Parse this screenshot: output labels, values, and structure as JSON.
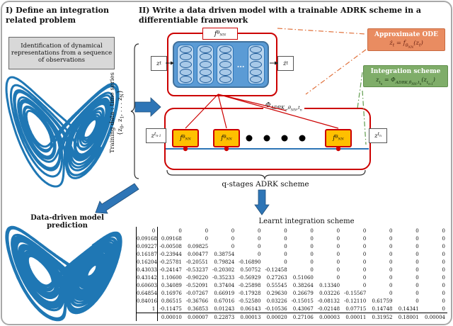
{
  "accent_colors": {
    "attractor_blue": "#1f77b4",
    "arrow_blue": "#2e75b6",
    "scheme_red": "#cc0000",
    "stage_fill": "#ffc000",
    "ode_box_bg": "#e98c61",
    "integration_box_bg": "#7fad69"
  },
  "panel_i": {
    "title": "I) Define an integration related problem",
    "identification_box": "Identification of dynamical representations from a sequence of observations",
    "training_label_line1": "Training data : time series",
    "training_label_line2_html": "{z<sub>0</sub>, z<sub>1</sub>, . . . z<sub>N</sub>}",
    "prediction_label": "Data-driven model prediction"
  },
  "panel_ii": {
    "title": "II) Write a data driven model with a trainable ADRK scheme in a differentiable framework",
    "nn_function_html": "f<sub>θ<sub>NN</sub></sub>",
    "nn_input_html": "z<sub>t</sub>",
    "nn_output_html": "ż<sub>t</sub>",
    "phi_label_html": "Φ<sub>ADRK<sub>q</sub>,θ<sub>NN</sub>,t<sub>n</sub></sub>",
    "stage_label_html": "f<sub>θ<sub>NN</sub></sub>",
    "chain_input_html": "z<sub>t<sub>n-1</sub></sub>",
    "chain_output_html": "z<sub>t<sub>n</sub></sub>",
    "brace_label": "q-stages ADRK scheme",
    "approximate_ode": {
      "title": "Approximate ODE",
      "equation_html": "ż<sub>t</sub> = f<sub>θ<sub>NN</sub></sub>(z<sub>t</sub>)"
    },
    "integration_scheme": {
      "title": "Integration scheme",
      "equation_html": "z<sub>t<sub>n</sub></sub> = Φ<sub>ADRK,θ<sub>NN</sub>,t<sub>n</sub></sub>(z<sub>t<sub>n-1</sub></sub>)"
    }
  },
  "results": {
    "learnt_scheme_label": "Learnt integration scheme",
    "butcher_tableau": {
      "rows": [
        [
          "0",
          "0",
          "0",
          "0",
          "0",
          "0",
          "0",
          "0",
          "0",
          "0",
          "0",
          "0"
        ],
        [
          "0.09168",
          "0.09168",
          "0",
          "0",
          "0",
          "0",
          "0",
          "0",
          "0",
          "0",
          "0",
          "0"
        ],
        [
          "0.09227",
          "-0.00508",
          "0.09825",
          "0",
          "0",
          "0",
          "0",
          "0",
          "0",
          "0",
          "0",
          "0"
        ],
        [
          "0.16187",
          "-0.23944",
          "0.00477",
          "0.38754",
          "0",
          "0",
          "0",
          "0",
          "0",
          "0",
          "0",
          "0"
        ],
        [
          "0.16204",
          "-0.25781",
          "-0.20551",
          "0.79824",
          "-0.16890",
          "0",
          "0",
          "0",
          "0",
          "0",
          "0",
          "0"
        ],
        [
          "0.43033",
          "-0.24147",
          "-0.53237",
          "-0.20302",
          "0.50752",
          "-0.12458",
          "0",
          "0",
          "0",
          "0",
          "0",
          "0"
        ],
        [
          "0.43142",
          "1.10600",
          "-0.90220",
          "-0.35233",
          "-0.56929",
          "0.27263",
          "0.51060",
          "0",
          "0",
          "0",
          "0",
          "0"
        ],
        [
          "0.60603",
          "0.34089",
          "-0.52091",
          "0.37404",
          "-0.25898",
          "0.55545",
          "0.38264",
          "0.13340",
          "0",
          "0",
          "0",
          "0"
        ],
        [
          "0.64854",
          "0.16976",
          "-0.07267",
          "0.66919",
          "-0.17928",
          "0.29630",
          "0.26679",
          "0.03226",
          "-0.15567",
          "0",
          "0",
          "0"
        ],
        [
          "0.84016",
          "0.86515",
          "-0.36766",
          "0.67016",
          "-0.52580",
          "0.03226",
          "-0.15015",
          "-0.08132",
          "-0.12110",
          "0.61759",
          "0",
          "0"
        ],
        [
          "1",
          "-0.11475",
          "0.36853",
          "0.01243",
          "0.06143",
          "-0.10536",
          "0.43067",
          "-0.02148",
          "0.07715",
          "0.14748",
          "0.14341",
          "0"
        ],
        [
          "",
          "0.00010",
          "0.00007",
          "0.22873",
          "0.00013",
          "0.00020",
          "0.27106",
          "0.00003",
          "0.00011",
          "0.31952",
          "0.18001",
          "0.00004"
        ]
      ]
    }
  }
}
